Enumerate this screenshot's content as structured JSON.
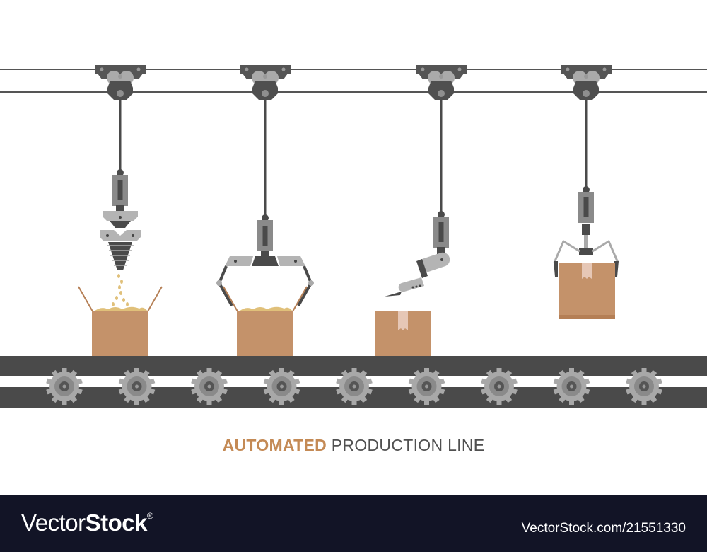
{
  "caption": {
    "accent": "AUTOMATED",
    "rest": " PRODUCTION LINE"
  },
  "footer": {
    "logo_light": "Vector",
    "logo_bold": "Stock",
    "logo_mark": "®",
    "stock_id": "VectorStock.com/21551330"
  },
  "colors": {
    "dark": "#4a4a4a",
    "mid": "#8a8a8a",
    "light": "#b4b4b4",
    "box": "#c4926a",
    "box_shade": "#b57f55",
    "tape": "#e6c7b6",
    "grain": "#e0c07a",
    "accent": "#c48a55",
    "footer_bg": "#121426"
  },
  "stations": [
    {
      "tool": "dispenser"
    },
    {
      "tool": "gripper-open"
    },
    {
      "tool": "tape-arm"
    },
    {
      "tool": "gripper-lift"
    }
  ]
}
